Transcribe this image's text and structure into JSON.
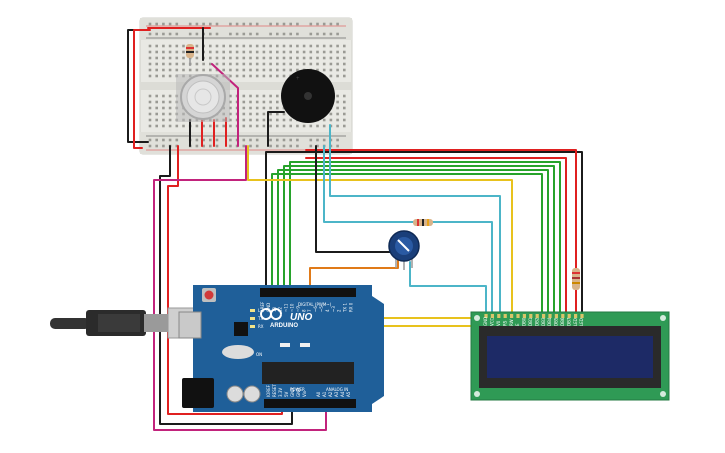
{
  "arduino": {
    "brand": "ARDUINO",
    "model": "UNO",
    "digital_header": "DIGITAL (PWM~)",
    "power_header": "POWER",
    "analog_header": "ANALOG IN",
    "led_labels": [
      "L",
      "TX",
      "RX"
    ],
    "on_label": "ON",
    "digital_pins": [
      "AREF",
      "GND",
      "13",
      "12",
      "~11",
      "~10",
      "~9",
      "8",
      "7",
      "~6",
      "~5",
      "4",
      "~3",
      "2",
      "TX 1",
      "RX 0"
    ],
    "power_pins": [
      "IOREF",
      "RESET",
      "3.3V",
      "5V",
      "GND",
      "GND",
      "Vin"
    ],
    "analog_pins": [
      "A0",
      "A1",
      "A2",
      "A3",
      "A4",
      "A5"
    ]
  },
  "lcd": {
    "pins": [
      "GND",
      "VCC",
      "V0",
      "RS",
      "RW",
      "E",
      "DB0",
      "DB1",
      "DB2",
      "DB3",
      "DB4",
      "DB5",
      "DB6",
      "DB7",
      "LED",
      "LED"
    ]
  },
  "colors": {
    "arduino_board": "#1f5f99",
    "breadboard": "#e7e7e2",
    "lcd_board": "#2f9a55",
    "lcd_screen": "#1d2a66",
    "wire_red": "#e02020",
    "wire_black": "#1b1b1b",
    "wire_green": "#27a32b",
    "wire_yellow": "#e8c21d",
    "wire_cyan": "#4cb5c8",
    "wire_magenta": "#c2237c",
    "wire_orange": "#e07a18"
  },
  "components": {
    "gas_sensor": "gas-sensor",
    "buzzer": "piezo-buzzer",
    "potentiometer": "potentiometer",
    "resistors": 3
  }
}
